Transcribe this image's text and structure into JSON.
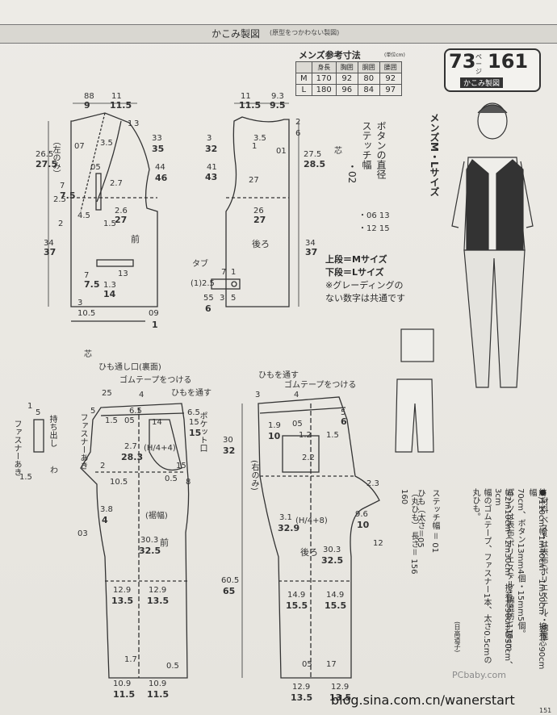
{
  "header": {
    "title": "かこみ製図",
    "subtitle": "(原型をつかわない製図)"
  },
  "size_table": {
    "title": "メンズ参考寸法",
    "unit": "(単位cm)",
    "columns": [
      "",
      "身長",
      "胸囲",
      "胴囲",
      "腰囲"
    ],
    "rows": [
      {
        "size": "M",
        "values": [
          "170",
          "92",
          "80",
          "92"
        ]
      },
      {
        "size": "L",
        "values": [
          "180",
          "96",
          "84",
          "97"
        ]
      }
    ]
  },
  "badge": {
    "number": "73",
    "page_label": "ページ",
    "page": "161",
    "label": "かこみ製図"
  },
  "figure_title": "メンズM・Lサイズ",
  "button_note": [
    "ボタンの直径",
    "ステッチ幅",
    "・02",
    "・06 13",
    "・12 15"
  ],
  "size_note": {
    "line1": "上段＝Mサイズ",
    "line2": "下段＝Lサイズ",
    "line3": "※グレーディングの",
    "line4": "ない数字は共通です"
  },
  "vest_front": {
    "label": "前",
    "left_tag": "（左のみ）",
    "dims": {
      "top_a": "88",
      "top_a_l": "9",
      "top_b": "11",
      "top_b_l": "11.5",
      "h1": "26.5",
      "h1_l": "27.5",
      "a": "07",
      "b": "3.5",
      "c": "1",
      "d": "3",
      "e": "33",
      "e_l": "35",
      "f": "44",
      "f_l": "46",
      "g": "7",
      "g_l": "7.5",
      "h": "05",
      "i": "2.7",
      "j": "2.5",
      "k": "2",
      "l": "4.5",
      "m": "2.6",
      "m_l": "27",
      "n": "1.5",
      "o": "34",
      "o_l": "37",
      "p": "7",
      "q": "7.5",
      "r": "13",
      "s": "1.3",
      "s_l": "14",
      "t": "3",
      "u": "10.5",
      "v": "09",
      "w": "1"
    },
    "bottom_label": "芯"
  },
  "vest_back": {
    "label": "後ろ",
    "dims": {
      "a": "11",
      "a_l": "11.5",
      "b": "9.3",
      "b_l": "9.5",
      "c": "2",
      "d": "6",
      "e": "3",
      "e_l": "32",
      "f": "3.5",
      "g": "1",
      "h": "01",
      "i": "41",
      "i_l": "43",
      "j": "27",
      "k": "27.5",
      "k_l": "28.5",
      "l": "26",
      "l_l": "27",
      "m": "34",
      "m_l": "37",
      "n": "芯"
    },
    "tab_label": "タブ",
    "tab": {
      "a": "7",
      "b": "1",
      "c": "2.5",
      "d": "3",
      "e": "55",
      "e_l": "6",
      "f": "5",
      "g": "(1)"
    }
  },
  "pants_front": {
    "label": "前",
    "bottom_label": "(裾幅)",
    "notes": [
      "ひも通し口(裏面)",
      "ゴムテープをつける",
      "ひもを通す",
      "ポケット口",
      "ファスナーあき",
      "持ち出し",
      "わ",
      "ファスナーあき"
    ],
    "dims": {
      "a": "25",
      "b": "4",
      "c": "5",
      "d": "6.5",
      "e": "1.5",
      "f": "05",
      "g": "14",
      "h": "15",
      "h_l": "15",
      "i": "2.7",
      "i_l": "28.3",
      "j": "(H/4+4)",
      "k": "15",
      "l": "2",
      "m": "10.5",
      "n": "0.5",
      "o": "8",
      "p": "3.8",
      "p_l": "4",
      "q": "03",
      "r": "30.3",
      "r_l": "32.5",
      "s": "12.9",
      "s_l": "13.5",
      "t": "12.9",
      "t_l": "13.5",
      "u": "1.7",
      "v": "0.5",
      "w": "10.9",
      "w_l": "11.5",
      "x": "10.9",
      "x_l": "11.5",
      "y": "6.5",
      "z": "30",
      "z_l": "32",
      "side1": "1",
      "side2": "5",
      "side3": "1.5"
    }
  },
  "pants_back": {
    "label": "後ろ",
    "left_tag": "(右のみ)",
    "notes": [
      "ひもを通す",
      "ゴムテープをつける"
    ],
    "dims": {
      "a": "3",
      "b": "4",
      "c": "1.9",
      "c_l": "10",
      "d": "05",
      "e": "1.2",
      "f": "1.5",
      "g": "5",
      "h": "6",
      "i": "2.2",
      "j": "(H/4+8)",
      "k": "3.1",
      "k_l": "32.9",
      "l": "30.3",
      "l_l": "32.5",
      "m": "9.6",
      "m_l": "10",
      "n": "2.3",
      "o": "12",
      "p": "14.9",
      "p_l": "15.5",
      "q": "14.9",
      "q_l": "15.5",
      "r": "05",
      "s": "17",
      "t": "12.9",
      "t_l": "13.5",
      "u": "12.9",
      "u_l": "13.5",
      "v": "60.5",
      "v_l": "65"
    }
  },
  "stitch_note": [
    "ステッチ幅 ＝ 01",
    "ひも（太さ＝05",
    "（丸ひも） 長さ＝ 156 160"
  ],
  "material_note": [
    "●材料 ベストは表布(ポリエステル・綿混",
    "紡)110cm幅1m40cm・1m50cm、接着芯90cm幅",
    "70cm、ボタン13mm4個・15mm5個。",
    "パンツは表布(ポリエステル・綿混紡)110cm",
    "幅2m10cm・2m30cm、接着芯90cm幅30cm、3cm",
    "幅のゴムテープ、ファスナー1本、太さ0.5cmの",
    "丸ひも。",
    "(日高道子)"
  ],
  "watermark": {
    "site": "blog.sina.com.cn/wanerstart",
    "logo": "PCbaby.com",
    "page_no": "151"
  }
}
